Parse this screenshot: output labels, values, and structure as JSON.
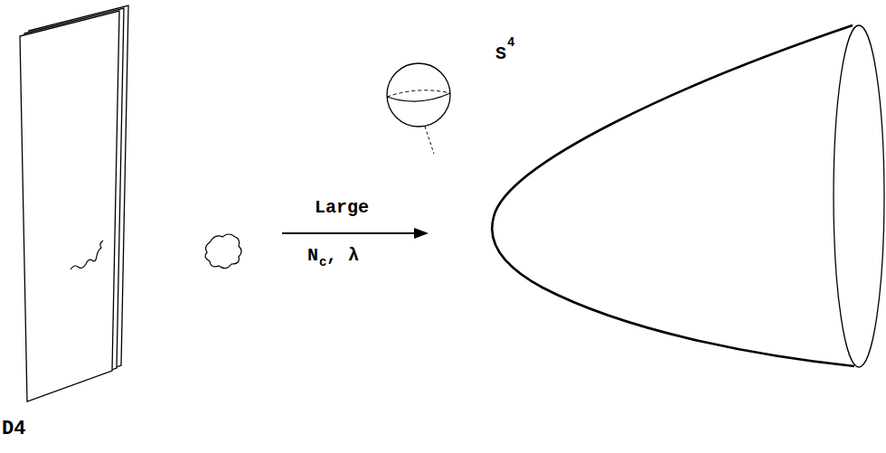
{
  "diagram": {
    "labels": [
      "D4",
      "Large",
      "N",
      "c",
      ", λ",
      "S",
      "4"
    ]
  }
}
